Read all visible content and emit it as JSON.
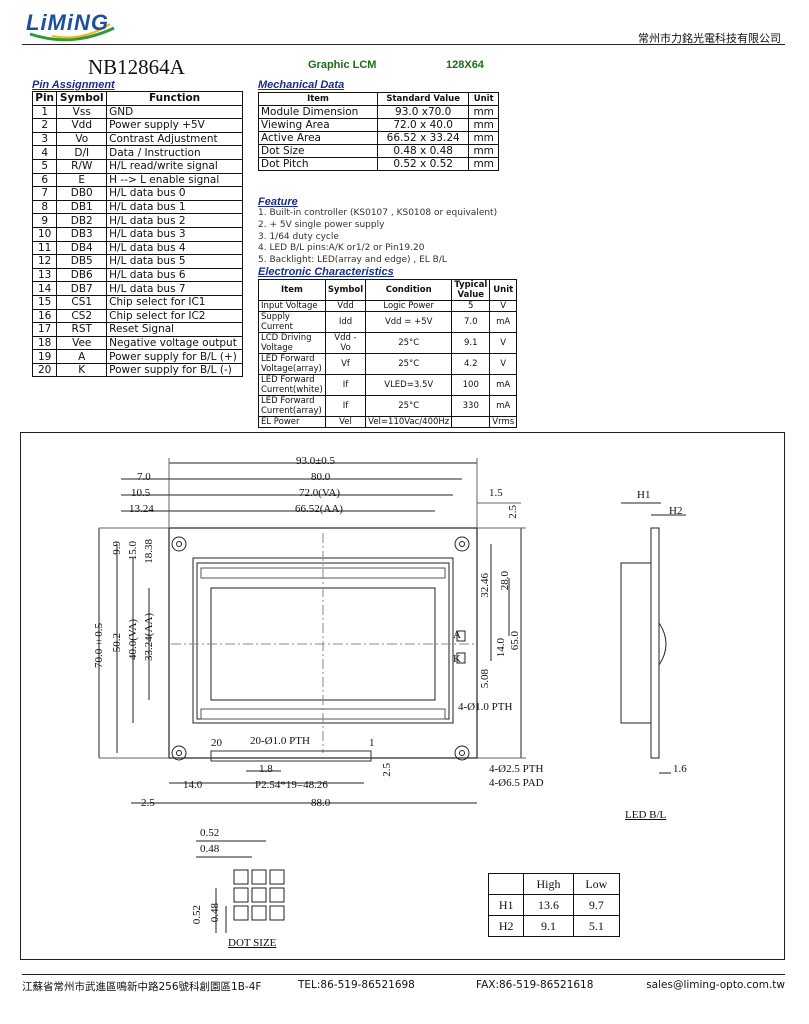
{
  "header": {
    "logo": "LiMiNG",
    "company": "常州市力銘光電科技有限公司"
  },
  "title": {
    "model": "NB12864A",
    "type": "Graphic  LCM",
    "resolution": "128X64"
  },
  "pin_assignment": {
    "title": "Pin Assignment",
    "headers": [
      "Pin",
      "Symbol",
      "Function"
    ],
    "rows": [
      [
        "1",
        "Vss",
        "GND"
      ],
      [
        "2",
        "Vdd",
        "Power supply  +5V"
      ],
      [
        "3",
        "Vo",
        "Contrast Adjustment"
      ],
      [
        "4",
        "D/I",
        "Data / Instruction"
      ],
      [
        "5",
        "R/W",
        "H/L read/write signal"
      ],
      [
        "6",
        "E",
        "H --> L enable signal"
      ],
      [
        "7",
        "DB0",
        "H/L data bus 0"
      ],
      [
        "8",
        "DB1",
        "H/L data bus 1"
      ],
      [
        "9",
        "DB2",
        "H/L data bus 2"
      ],
      [
        "10",
        "DB3",
        "H/L data bus 3"
      ],
      [
        "11",
        "DB4",
        "H/L data bus 4"
      ],
      [
        "12",
        "DB5",
        "H/L data bus 5"
      ],
      [
        "13",
        "DB6",
        "H/L data bus 6"
      ],
      [
        "14",
        "DB7",
        "H/L data bus 7"
      ],
      [
        "15",
        "CS1",
        "Chip select for IC1"
      ],
      [
        "16",
        "CS2",
        "Chip select for IC2"
      ],
      [
        "17",
        "RST",
        "Reset Signal"
      ],
      [
        "18",
        "Vee",
        "Negative voltage output"
      ],
      [
        "19",
        "A",
        "Power supply for B/L (+)"
      ],
      [
        "20",
        "K",
        "Power supply for B/L (-)"
      ]
    ]
  },
  "mechanical": {
    "title": "Mechanical Data",
    "headers": [
      "Item",
      "Standard Value",
      "Unit"
    ],
    "rows": [
      [
        "Module Dimension",
        "93.0 x70.0",
        "mm"
      ],
      [
        "Viewing Area",
        "72.0 x 40.0",
        "mm"
      ],
      [
        "Active  Area",
        "66.52 x 33.24",
        "mm"
      ],
      [
        "Dot Size",
        "0.48 x 0.48",
        "mm"
      ],
      [
        "Dot Pitch",
        "0.52 x 0.52",
        "mm"
      ]
    ]
  },
  "feature": {
    "title": "Feature",
    "items": [
      "1. Built-in controller (KS0107  , KS0108 or equivalent)",
      "2. + 5V single power supply",
      "3. 1/64 duty cycle",
      "4. LED B/L pins:A/K or1/2 or Pin19.20",
      "5. Backlight: LED(array and edge) , EL B/L"
    ]
  },
  "electronic": {
    "title": "Electronic Characteristics",
    "headers": [
      "Item",
      "Symbol",
      "Condition",
      "Typical Value",
      "Unit"
    ],
    "rows": [
      [
        "Input Voltage",
        "Vdd",
        "Logic Power",
        "5",
        "V"
      ],
      [
        "Supply Current",
        "Idd",
        "Vdd = +5V",
        "7.0",
        "mA"
      ],
      [
        "LCD Driving Voltage",
        "Vdd - Vo",
        "25°C",
        "9.1",
        "V"
      ],
      [
        "LED Forward Voltage(array)",
        "Vf",
        "25°C",
        "4.2",
        "V"
      ],
      [
        "LED Forward Current(white)",
        "If",
        "VLED=3.5V",
        "100",
        "mA"
      ],
      [
        "LED Forward Current(array)",
        "If",
        "25°C",
        "330",
        "mA"
      ],
      [
        "EL Power",
        "Vel",
        "Vel=110Vac/400Hz",
        "",
        "Vrms"
      ]
    ]
  },
  "drawing": {
    "dims": {
      "w93": "93.0±0.5",
      "w80": "80.0",
      "w7": "7.0",
      "w10_5": "10.5",
      "w72": "72.0(VA)",
      "w13_24": "13.24",
      "w66_52": "66.52(AA)",
      "w1_5": "1.5",
      "h2_5a": "2.5",
      "h9_9": "9.9",
      "h15": "15.0",
      "h18_38": "18.38",
      "h70": "70.0±0.5",
      "h50_2": "50.2",
      "h40": "40.0(VA)",
      "h33_24": "33.24(AA)",
      "h32_46": "32.46",
      "h28": "28.0",
      "h14": "14.0",
      "h65": "65.0",
      "h5_08": "5.08",
      "holes1": "4-Ø1.0 PTH",
      "pin20": "20",
      "pin1": "1",
      "holes20": "20-Ø1.0 PTH",
      "d1_8": "1.8",
      "d14": "14.0",
      "pitch": "P2.54*19=48.26",
      "h2_5b": "2.5",
      "w2_5": "2.5",
      "w88": "88.0",
      "holes2": "4-Ø2.5 PTH",
      "holes3": "4-Ø6.5 PAD",
      "labelA": "A",
      "labelK": "K",
      "H1": "H1",
      "H2": "H2",
      "d1_6": "1.6",
      "ledbl": "LED B/L",
      "dot052": "0.52",
      "dot048": "0.48",
      "dot052v": "0.52",
      "dot048v": "0.48",
      "dotsize": "DOT SIZE"
    },
    "hl_table": {
      "headers": [
        "",
        "High",
        "Low"
      ],
      "rows": [
        [
          "H1",
          "13.6",
          "9.7"
        ],
        [
          "H2",
          "9.1",
          "5.1"
        ]
      ]
    }
  },
  "footer": {
    "address": "江蘇省常州市武進區鳴新中路256號科創園區1B-4F",
    "tel": "TEL:86-519-86521698",
    "fax": "FAX:86-519-86521618",
    "email": "sales@liming-opto.com.tw"
  }
}
